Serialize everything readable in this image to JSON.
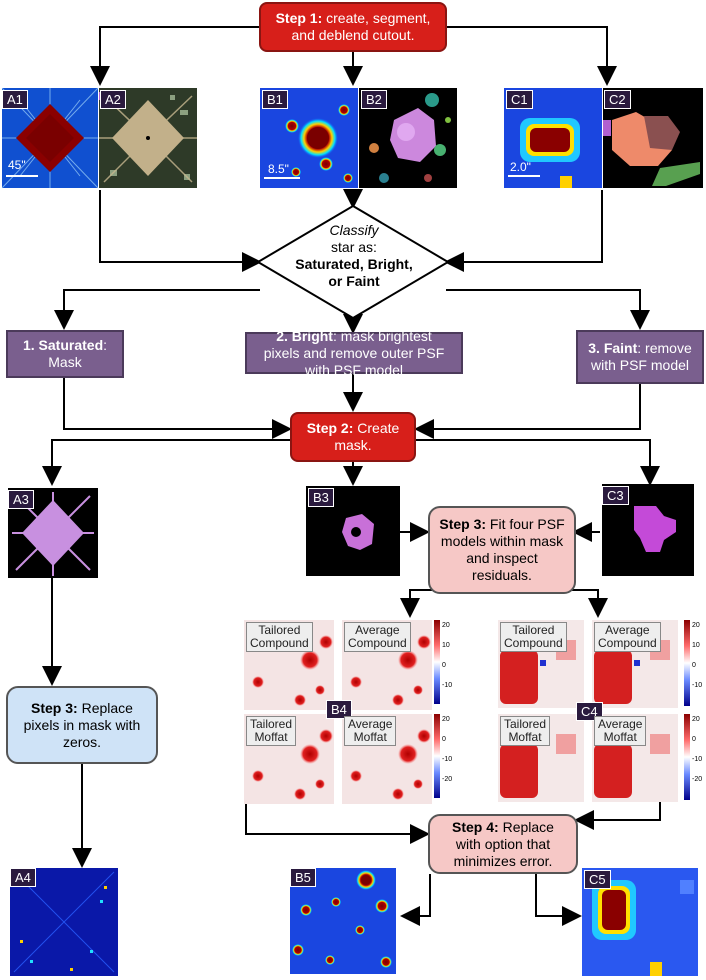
{
  "step1": {
    "bold": "Step 1:",
    "text1": " create, segment,",
    "text2": "and deblend cutout."
  },
  "panels": {
    "A1": "A1",
    "A2": "A2",
    "B1": "B1",
    "B2": "B2",
    "C1": "C1",
    "C2": "C2",
    "A3": "A3",
    "B3": "B3",
    "C3": "C3",
    "B4": "B4",
    "C4": "C4",
    "A4": "A4",
    "B5": "B5",
    "C5": "C5"
  },
  "scales": {
    "A1": "45\"",
    "B1": "8.5\"",
    "C1": "2.0\""
  },
  "classify": {
    "line1": "Classify",
    "line2": "star as:",
    "line3": "Saturated, Bright,",
    "line4": "or Faint"
  },
  "saturated": {
    "bold": "1. Saturated",
    "rest": ":",
    "line2": "Mask"
  },
  "bright": {
    "bold": "2. Bright",
    "rest": ": mask brightest",
    "line2": "pixels and remove outer PSF",
    "line3": "with PSF model"
  },
  "faint": {
    "bold": "3. Faint",
    "rest": ": remove",
    "line2": "with PSF model"
  },
  "step2": {
    "bold": "Step 2:",
    "rest": "  Create",
    "line2": "mask."
  },
  "step3_fit": {
    "bold": "Step 3:",
    "rest": " Fit four PSF",
    "line2": "models within mask",
    "line3": "and inspect",
    "line4": "residuals."
  },
  "step3_replace": {
    "bold": "Step 3:",
    "rest": " Replace",
    "line2": "pixels in mask with",
    "line3": "zeros."
  },
  "step4": {
    "bold": "Step 4:",
    "rest": " Replace",
    "line2": "with option that",
    "line3": "minimizes error."
  },
  "fit_labels": {
    "tc1": "Tailored",
    "tc2": "Compound",
    "ac1": "Average",
    "ac2": "Compound",
    "tm1": "Tailored",
    "tm2": "Moffat",
    "am1": "Average",
    "am2": "Moffat"
  },
  "colorbar_ticks": [
    "20",
    "10",
    "0",
    "-10",
    "-20"
  ]
}
